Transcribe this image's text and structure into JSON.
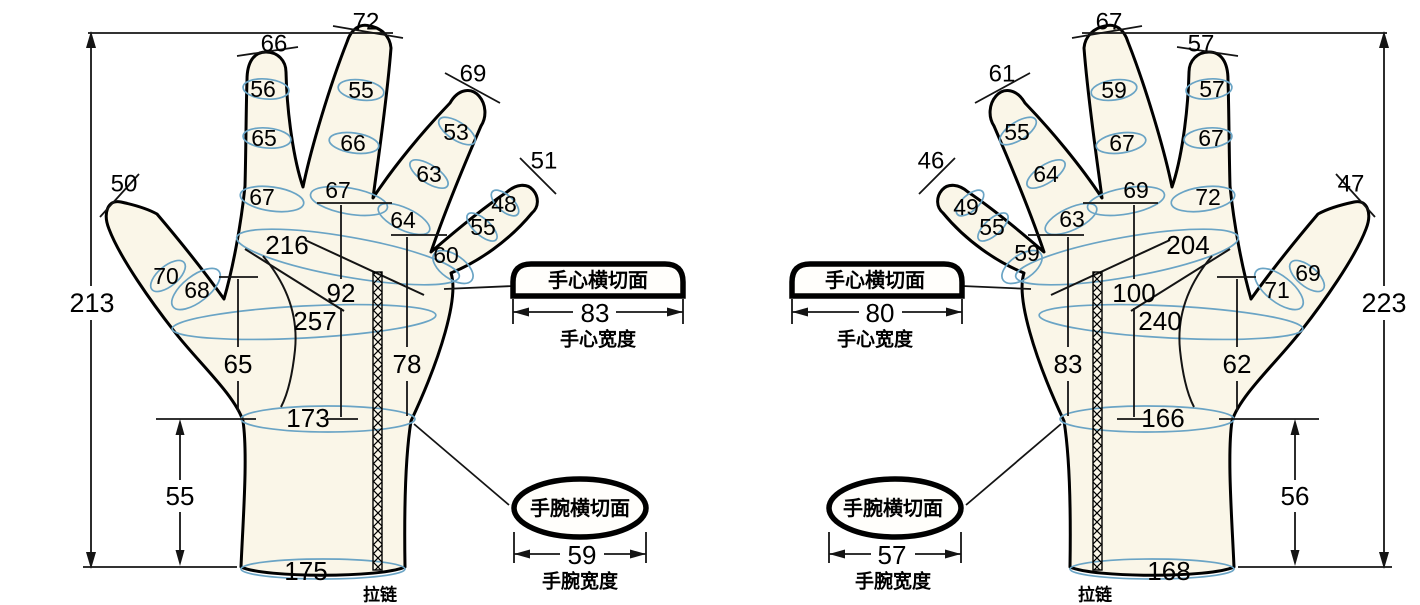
{
  "diagram_type": "glove measurement spec, palm view, left and right glove",
  "colors": {
    "glove_fill": "#faf6e8",
    "girth_line_blue": "#6aa4c5",
    "outline_black": "#000000"
  },
  "left": {
    "total": "213",
    "tip_thumb": "50",
    "tip_index": "66",
    "tip_middle": "72",
    "tip_ring": "69",
    "tip_little": "51",
    "thumb_c1": "70",
    "thumb_base": "68",
    "index_c1": "56",
    "index_c2": "65",
    "index_base": "67",
    "middle_c1": "55",
    "middle_c2": "66",
    "middle_base": "67",
    "ring_c1": "53",
    "ring_c2": "63",
    "ring_base": "64",
    "little_c1": "48",
    "little_c2": "55",
    "little_base": "60",
    "knuckle": "216",
    "palm_len": "92",
    "palm_girth": "257",
    "thumb_wrist": "65",
    "little_wrist": "78",
    "wrist": "173",
    "cuff_len": "55",
    "cuff": "175",
    "zipper": "拉链",
    "palm_sec_title": "手心横切面",
    "palm_sec_w": "83",
    "palm_sec_cap": "手心宽度",
    "wrist_sec_title": "手腕横切面",
    "wrist_sec_w": "59",
    "wrist_sec_cap": "手腕宽度"
  },
  "right": {
    "total": "223",
    "tip_thumb": "47",
    "tip_index": "57",
    "tip_middle": "67",
    "tip_ring": "61",
    "tip_little": "46",
    "thumb_c1": "69",
    "thumb_base": "71",
    "index_c1": "57",
    "index_c2": "67",
    "index_base": "72",
    "middle_c1": "59",
    "middle_c2": "67",
    "middle_base": "69",
    "ring_c1": "55",
    "ring_c2": "64",
    "ring_base": "63",
    "little_c1": "49",
    "little_c2": "55",
    "little_base": "59",
    "knuckle": "204",
    "palm_len": "100",
    "palm_girth": "240",
    "thumb_wrist": "62",
    "little_wrist": "83",
    "wrist": "166",
    "cuff_len": "56",
    "cuff": "168",
    "zipper": "拉链",
    "palm_sec_title": "手心横切面",
    "palm_sec_w": "80",
    "palm_sec_cap": "手心宽度",
    "wrist_sec_title": "手腕横切面",
    "wrist_sec_w": "57",
    "wrist_sec_cap": "手腕宽度"
  }
}
